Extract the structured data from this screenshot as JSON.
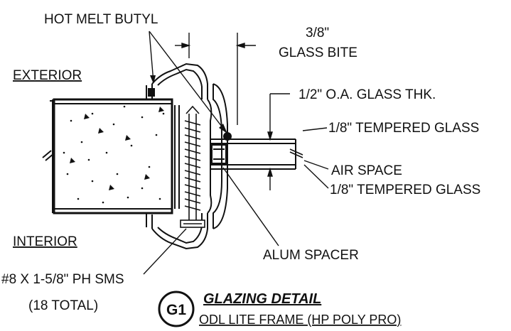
{
  "labels": {
    "hot_melt_butyl": "HOT MELT BUTYL",
    "glass_bite_dim": "3/8\"",
    "glass_bite": "GLASS BITE",
    "exterior": "EXTERIOR",
    "interior": "INTERIOR",
    "oa_glass_thk": "1/2\" O.A. GLASS THK.",
    "tempered_glass_top": "1/8\" TEMPERED GLASS",
    "air_space": "AIR SPACE",
    "tempered_glass_bottom": "1/8\" TEMPERED GLASS",
    "alum_spacer": "ALUM SPACER",
    "screw_spec": "#8 X 1-5/8\" PH SMS",
    "screw_count": "(18 TOTAL)"
  },
  "detail": {
    "badge": "G1",
    "title": "GLAZING DETAIL",
    "subtitle": "ODL LITE FRAME (HP POLY PRO)"
  },
  "colors": {
    "line": "#111111",
    "background": "#ffffff"
  }
}
